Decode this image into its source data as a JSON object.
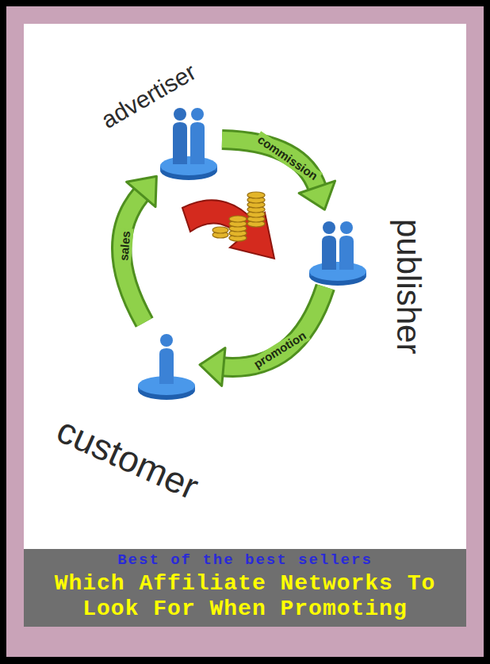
{
  "diagram": {
    "title": "Which Affiliate Networks To Look For When Promoting",
    "nodes": [
      {
        "text": [
          "advertiser"
        ]
      },
      {
        "text": [
          "publisher"
        ]
      },
      {
        "text": [
          "customer"
        ]
      }
    ],
    "edges": [
      {
        "from": 0,
        "to": 1,
        "label": "commission",
        "arrow": "to"
      },
      {
        "from": 1,
        "to": 2,
        "label": "promotion",
        "arrow": "to"
      },
      {
        "from": 2,
        "to": 0,
        "label": "sales",
        "arrow": "to"
      }
    ],
    "labels": [
      "Best of the best sellers"
    ]
  }
}
